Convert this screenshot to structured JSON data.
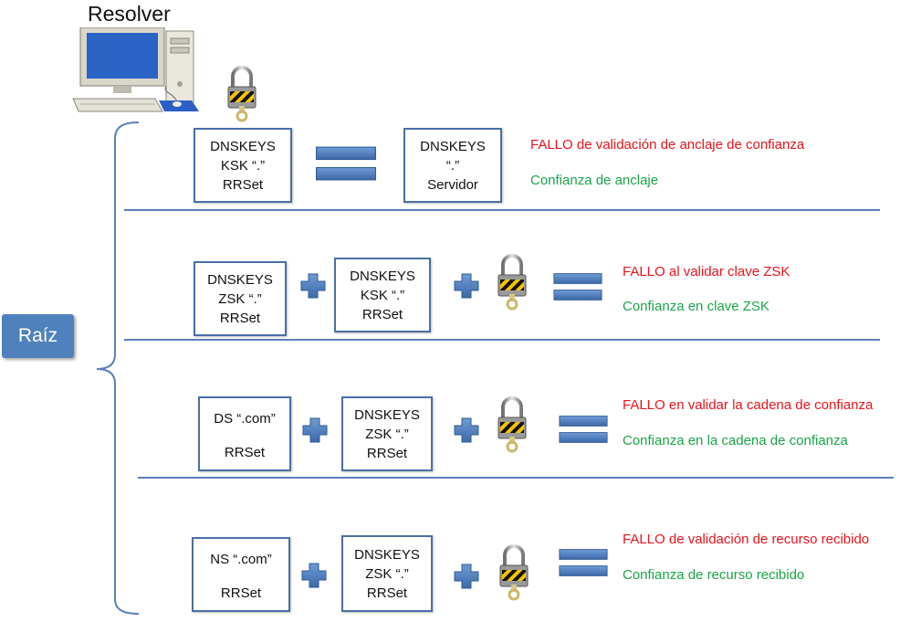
{
  "title": "Resolver",
  "root_label": "Raíz",
  "rows": [
    {
      "boxes": [
        {
          "lines": [
            "DNSKEYS",
            "KSK “.”",
            "RRSet"
          ]
        },
        {
          "lines": [
            "DNSKEYS",
            "“.”",
            "Servidor"
          ]
        }
      ],
      "fail": "FALLO de validación de anclaje de confianza",
      "success": "Confianza de anclaje"
    },
    {
      "boxes": [
        {
          "lines": [
            "DNSKEYS",
            "ZSK “.”",
            "RRSet"
          ]
        },
        {
          "lines": [
            "DNSKEYS",
            "KSK “.”",
            "RRSet"
          ]
        }
      ],
      "fail": "FALLO al validar clave ZSK",
      "success": "Confianza en clave ZSK"
    },
    {
      "boxes": [
        {
          "lines": [
            "DS “.com”",
            "RRSet"
          ]
        },
        {
          "lines": [
            "DNSKEYS",
            "ZSK “.”",
            "RRSet"
          ]
        }
      ],
      "fail": "FALLO en validar la cadena de confianza",
      "success": "Confianza en la cadena de confianza"
    },
    {
      "boxes": [
        {
          "lines": [
            "NS “.com”",
            "RRSet"
          ]
        },
        {
          "lines": [
            "DNSKEYS",
            "ZSK “.”",
            "RRSet"
          ]
        }
      ],
      "fail": "FALLO de validación de recurso recibido",
      "success": "Confianza de recurso recibido"
    }
  ],
  "colors": {
    "box_border": "#4a6fa5",
    "operator_blue": "#4f81bd",
    "fail_red": "#e8141b",
    "success_green": "#1aa54a",
    "divider": "#5b7fb8"
  },
  "icons": [
    "computer-icon",
    "padlock-icon",
    "plus-icon",
    "equals-icon"
  ]
}
